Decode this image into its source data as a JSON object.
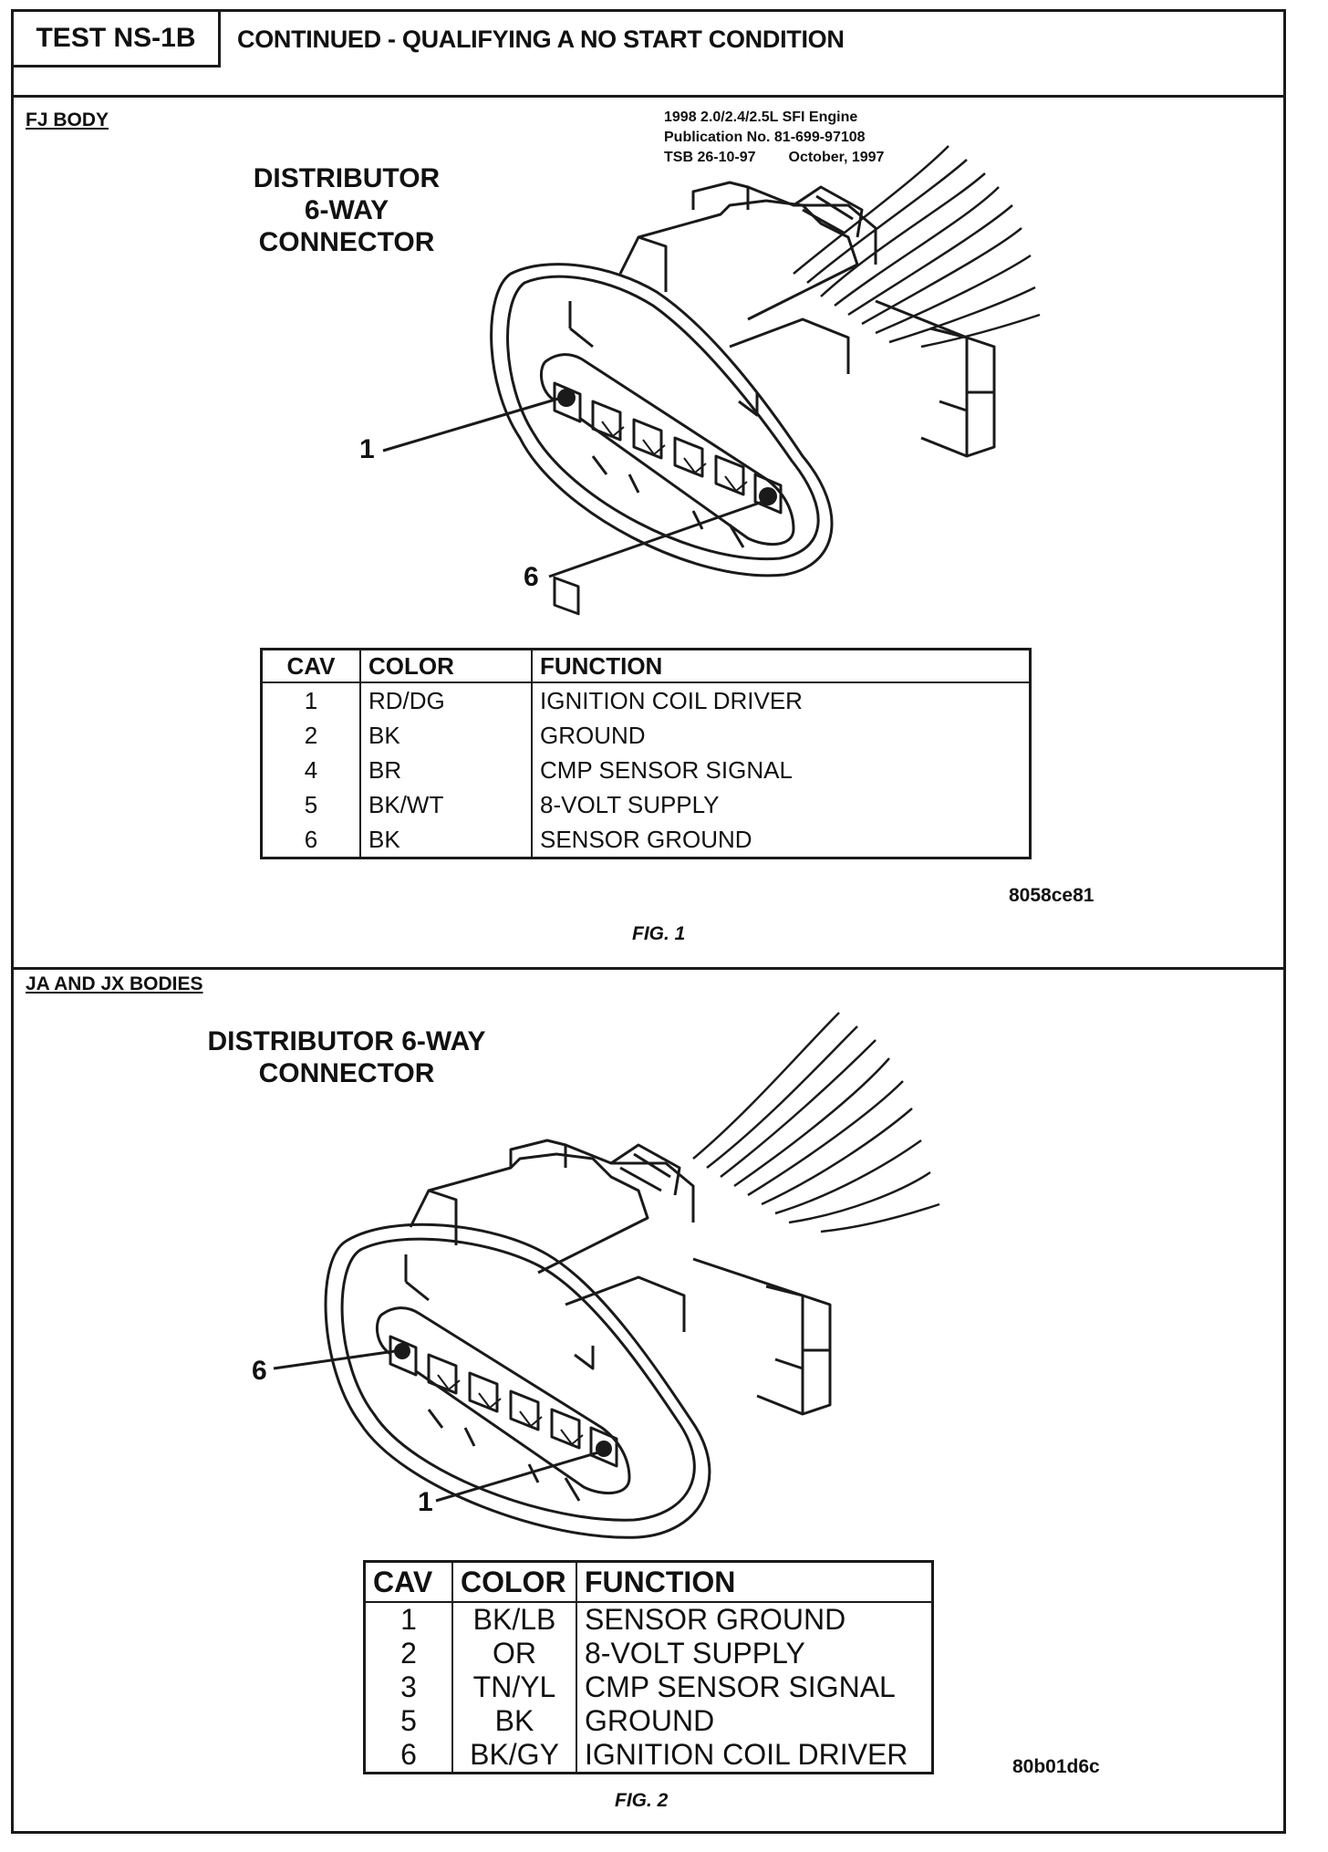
{
  "header": {
    "test_id": "TEST NS-1B",
    "title": "CONTINUED - QUALIFYING A NO START CONDITION"
  },
  "publication": {
    "line1": "1998 2.0/2.4/2.5L SFI Engine",
    "line2": "Publication No. 81-699-97108",
    "line3_left": "TSB 26-10-97",
    "line3_right": "October, 1997"
  },
  "figure1": {
    "section": "FJ BODY",
    "title_lines": [
      "DISTRIBUTOR",
      "6-WAY",
      "CONNECTOR"
    ],
    "callout_a": "1",
    "callout_b": "6",
    "table": {
      "headers": [
        "CAV",
        "COLOR",
        "FUNCTION"
      ],
      "rows": [
        {
          "cav": "1",
          "color": "RD/DG",
          "function": "IGNITION COIL DRIVER"
        },
        {
          "cav": "2",
          "color": "BK",
          "function": "GROUND"
        },
        {
          "cav": "4",
          "color": "BR",
          "function": "CMP SENSOR SIGNAL"
        },
        {
          "cav": "5",
          "color": "BK/WT",
          "function": "8-VOLT SUPPLY"
        },
        {
          "cav": "6",
          "color": "BK",
          "function": "SENSOR GROUND"
        }
      ]
    },
    "ref_code": "8058ce81",
    "caption": "FIG. 1"
  },
  "figure2": {
    "section": "JA AND JX BODIES",
    "title_lines": [
      "DISTRIBUTOR 6-WAY",
      "CONNECTOR"
    ],
    "callout_a": "6",
    "callout_b": "1",
    "table": {
      "headers": [
        "CAV",
        "COLOR",
        "FUNCTION"
      ],
      "rows": [
        {
          "cav": "1",
          "color": "BK/LB",
          "function": "SENSOR GROUND"
        },
        {
          "cav": "2",
          "color": "OR",
          "function": "8-VOLT SUPPLY"
        },
        {
          "cav": "3",
          "color": "TN/YL",
          "function": "CMP SENSOR SIGNAL"
        },
        {
          "cav": "5",
          "color": "BK",
          "function": "GROUND"
        },
        {
          "cav": "6",
          "color": "BK/GY",
          "function": "IGNITION COIL DRIVER"
        }
      ]
    },
    "ref_code": "80b01d6c",
    "caption": "FIG. 2"
  }
}
